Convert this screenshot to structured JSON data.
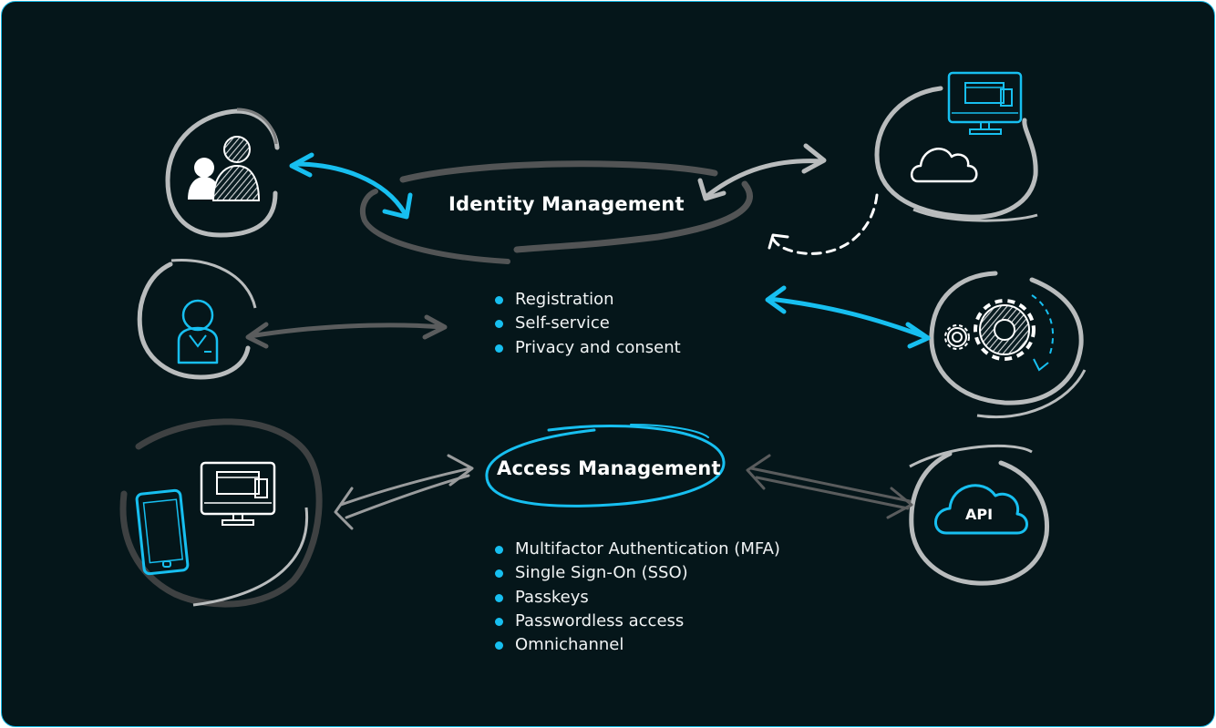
{
  "identity_management": {
    "title": "Identity Management",
    "features": [
      "Registration",
      "Self-service",
      "Privacy and consent"
    ]
  },
  "access_management": {
    "title": "Access Management",
    "features": [
      "Multifactor Authentication (MFA)",
      "Single Sign-On (SSO)",
      "Passkeys",
      "Passwordless access",
      "Omnichannel"
    ]
  },
  "api_badge": "API",
  "icons": [
    "users-group-icon",
    "user-icon",
    "mobile-desktop-icon",
    "desktop-cloud-icon",
    "gears-icon",
    "api-cloud-icon"
  ],
  "colors": {
    "background": "#05161a",
    "accent": "#17bff0",
    "sketch_gray": "#b9bcbd",
    "dark_gray": "#4d4f50",
    "text": "#ffffff"
  }
}
